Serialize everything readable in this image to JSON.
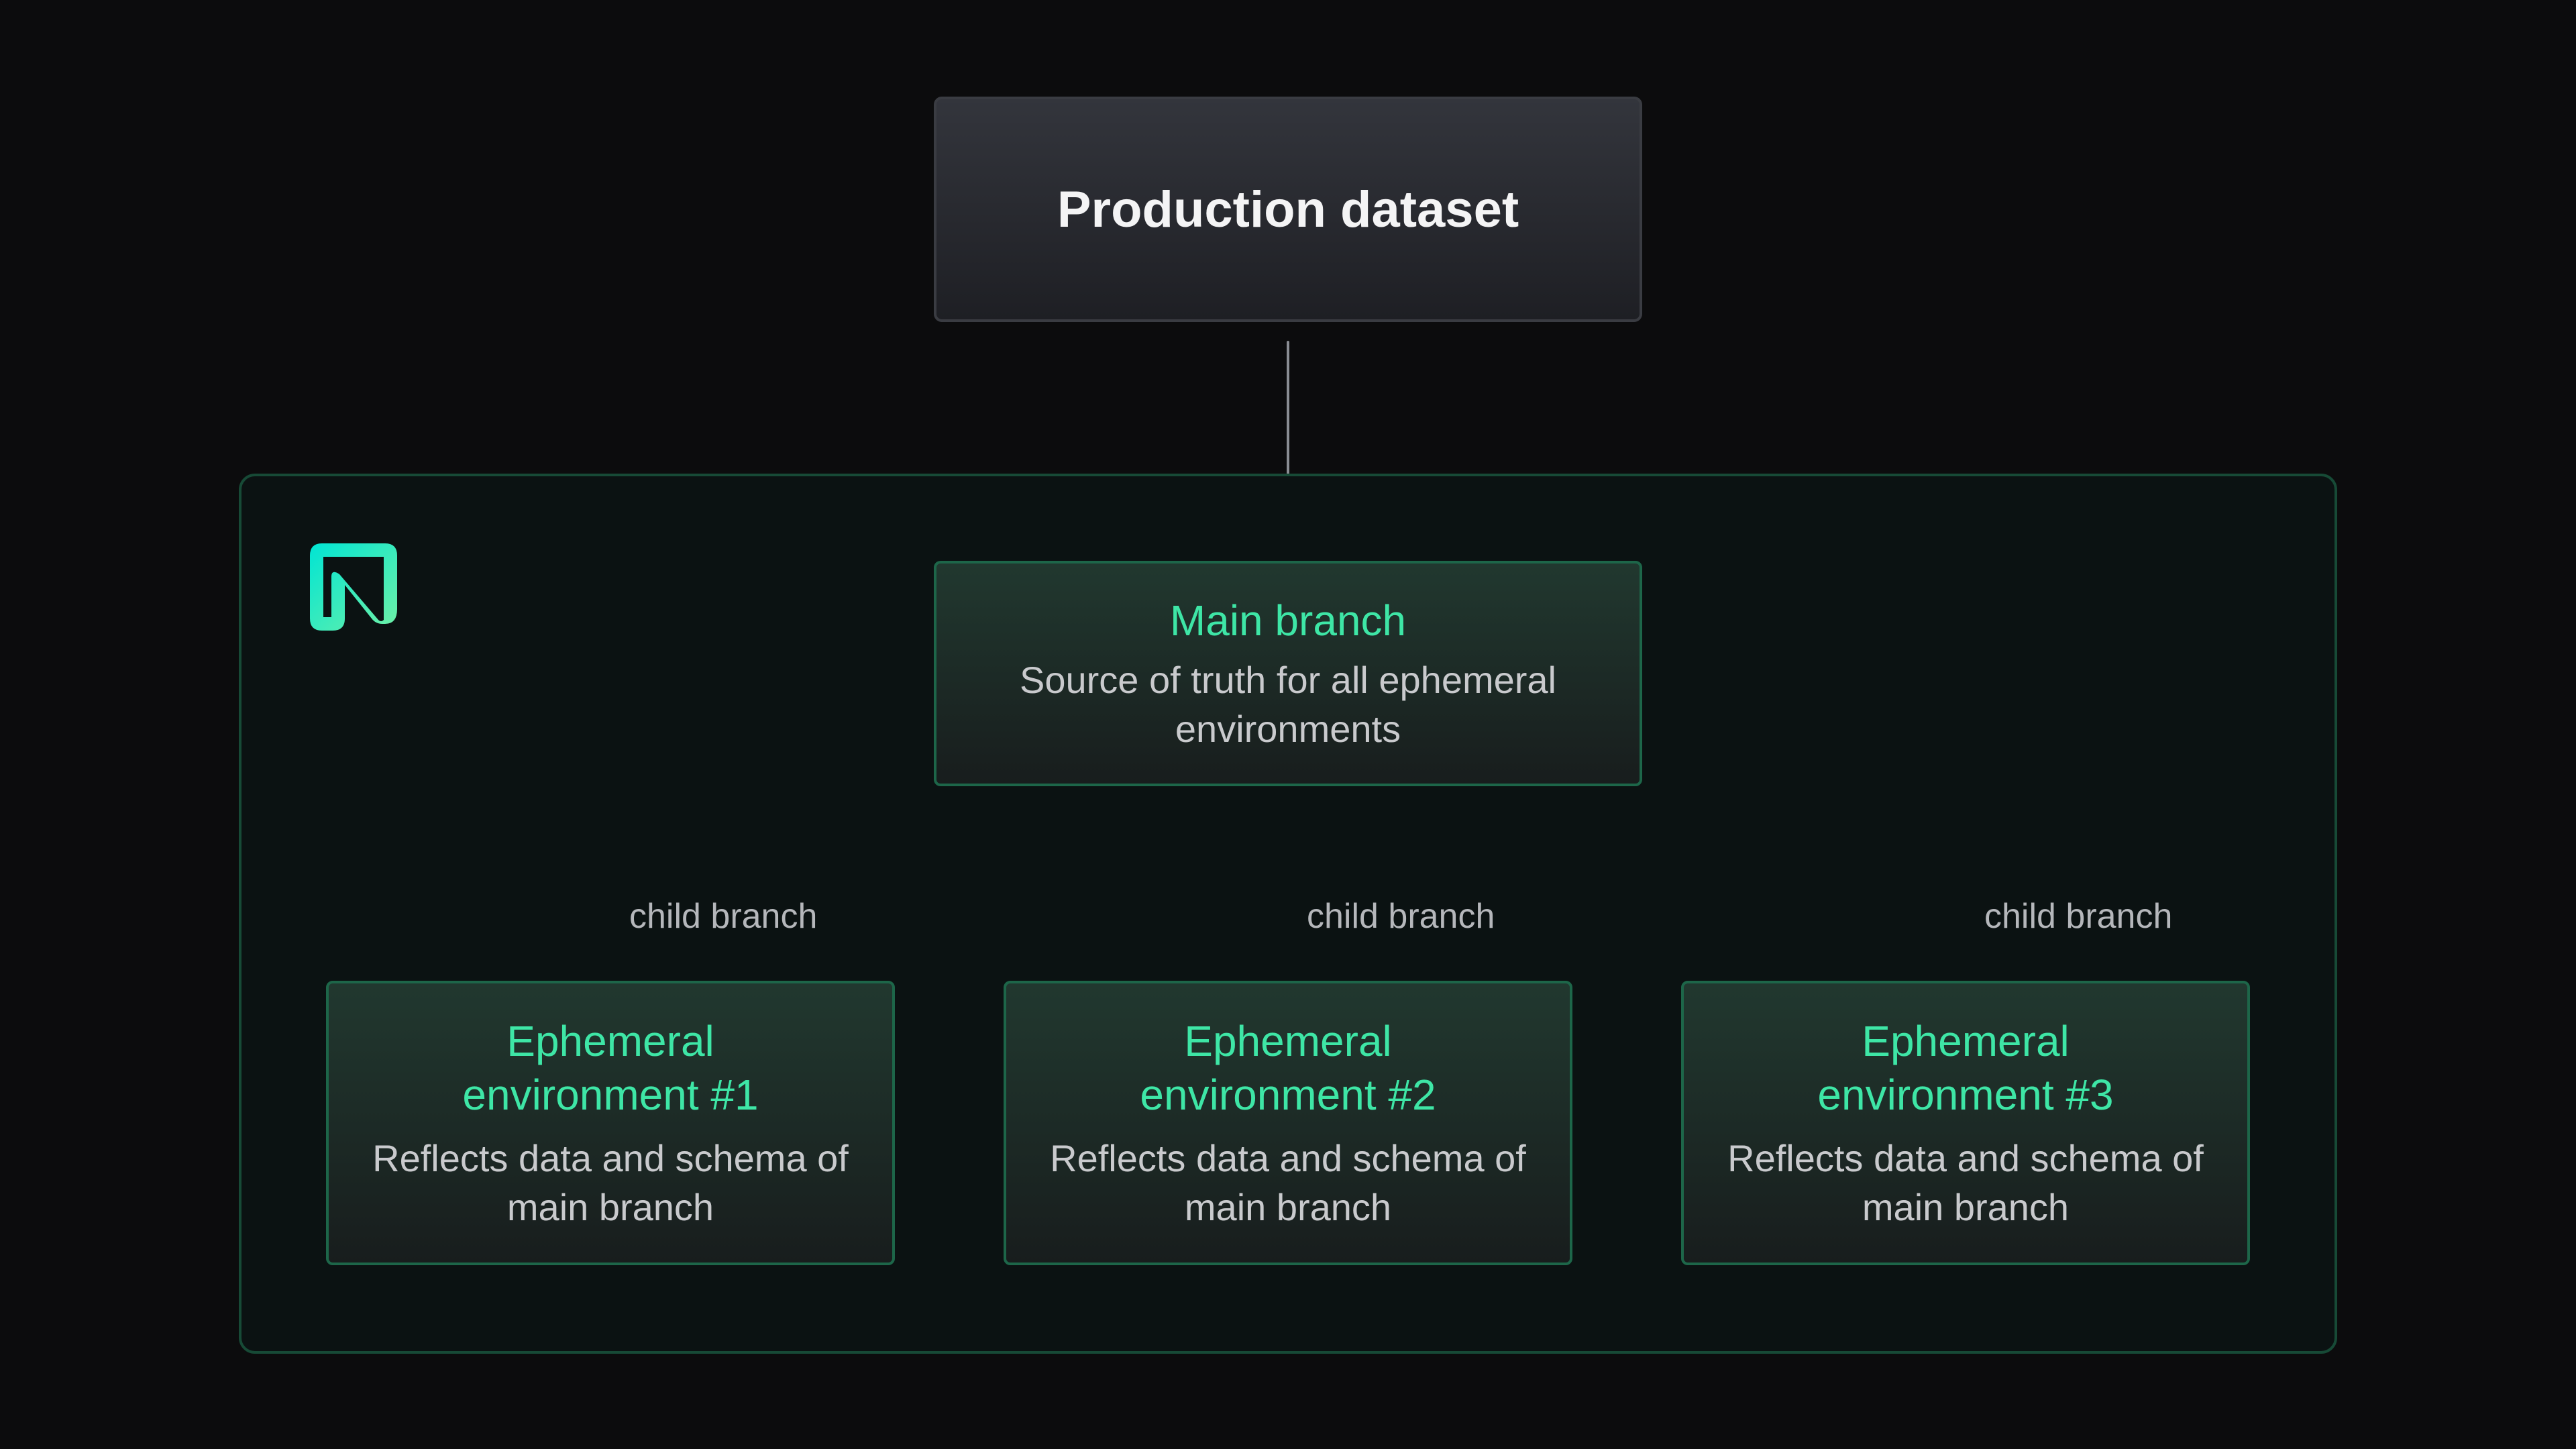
{
  "production": {
    "title": "Production dataset"
  },
  "main_branch": {
    "title": "Main branch",
    "description": "Source of truth for all ephemeral environments"
  },
  "edge_labels": [
    "child branch",
    "child branch",
    "child branch"
  ],
  "environments": [
    {
      "title": "Ephemeral environment #1",
      "description": "Reflects data and schema of main branch"
    },
    {
      "title": "Ephemeral environment #2",
      "description": "Reflects data and schema of main branch"
    },
    {
      "title": "Ephemeral environment #3",
      "description": "Reflects data and schema of main branch"
    }
  ],
  "colors": {
    "background": "#0c0c0d",
    "accent_green": "#3ee6a6",
    "green_border": "#1d6649",
    "connector": "#8a8d93"
  },
  "logo_icon": "neon-logo-icon"
}
